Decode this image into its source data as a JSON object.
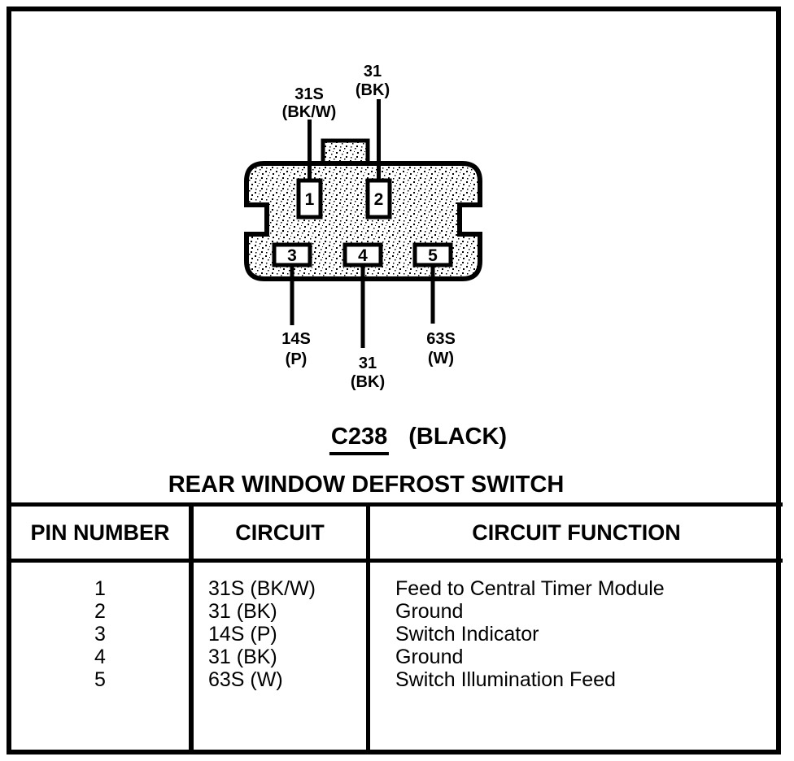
{
  "titles": {
    "connector_id": "C238",
    "connector_color": "(BLACK)",
    "connector_name": "REAR WINDOW DEFROST SWITCH"
  },
  "connector": {
    "pins": [
      {
        "number": "1",
        "wire": "31S",
        "wire_color": "(BK/W)"
      },
      {
        "number": "2",
        "wire": "31",
        "wire_color": "(BK)"
      },
      {
        "number": "3",
        "wire": "14S",
        "wire_color": "(P)"
      },
      {
        "number": "4",
        "wire": "31",
        "wire_color": "(BK)"
      },
      {
        "number": "5",
        "wire": "63S",
        "wire_color": "(W)"
      }
    ]
  },
  "table": {
    "headers": [
      "PIN NUMBER",
      "CIRCUIT",
      "CIRCUIT FUNCTION"
    ],
    "rows": [
      {
        "pin": "1",
        "circuit": "31S (BK/W)",
        "function": "Feed to Central Timer Module"
      },
      {
        "pin": "2",
        "circuit": "31 (BK)",
        "function": "Ground"
      },
      {
        "pin": "3",
        "circuit": "14S (P)",
        "function": "Switch Indicator"
      },
      {
        "pin": "4",
        "circuit": "31 (BK)",
        "function": "Ground"
      },
      {
        "pin": "5",
        "circuit": "63S (W)",
        "function": "Switch Illumination Feed"
      }
    ]
  },
  "colors": {
    "ink": "#000000",
    "paper": "#ffffff"
  }
}
